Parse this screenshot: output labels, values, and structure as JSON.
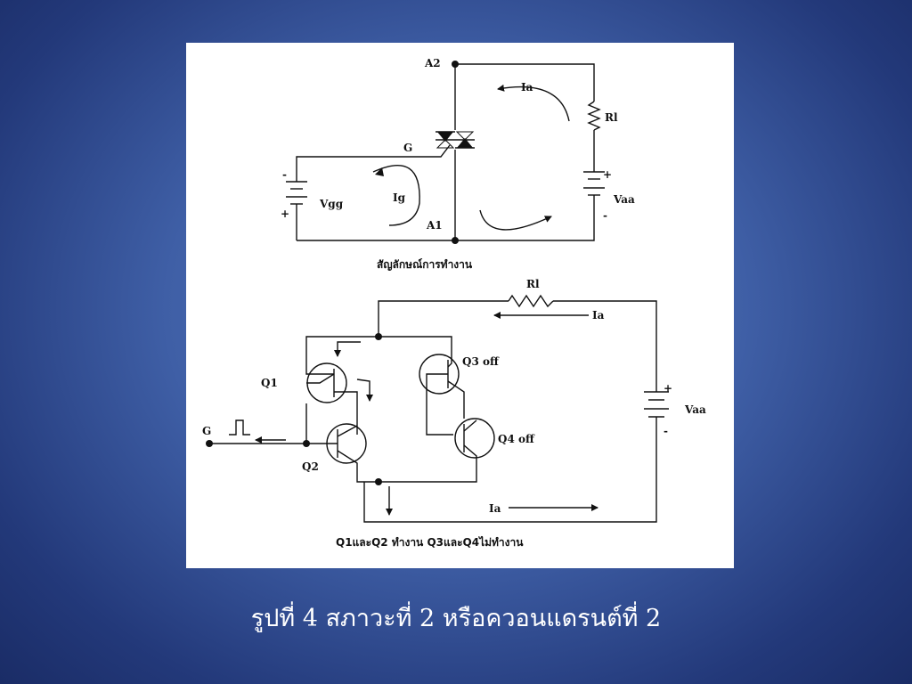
{
  "top": {
    "labels": {
      "a2": "A2",
      "a1": "A1",
      "g": "G",
      "ia": "Ia",
      "ig": "Ig",
      "r1": "Rl",
      "vgg": "Vgg",
      "vaa": "Vaa",
      "plus": "+",
      "minus": "-"
    },
    "caption": "สัญลักษณ์การทำงาน"
  },
  "bottom": {
    "labels": {
      "r1": "Rl",
      "ia_top": "Ia",
      "ia_bottom": "Ia",
      "q1": "Q1",
      "q2": "Q2",
      "q3": "Q3 off",
      "q4": "Q4 off",
      "g": "G",
      "vaa": "Vaa",
      "plus": "+",
      "minus": "-"
    },
    "caption": "Q1และQ2 ทำงาน   Q3และQ4ไม่ทำงาน"
  },
  "slide_caption": "รูปที่ 4 สภาวะที่ 2 หรือควอนแดรนต์ที่ 2"
}
